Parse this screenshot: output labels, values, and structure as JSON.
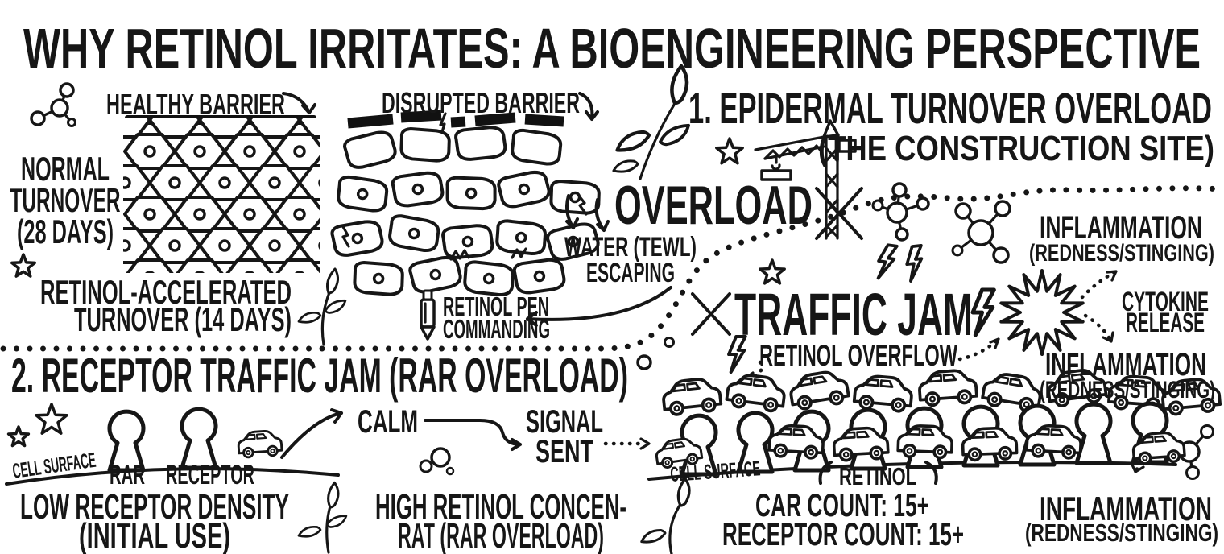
{
  "colors": {
    "ink": "#161616",
    "accent_red": "#d53228",
    "background": "#ffffff"
  },
  "title": "WHY RETINOL IRRITATES: A BIOENGINEERING PERSPECTIVE",
  "healthy": {
    "barrier_label": "HEALTHY BARRIER",
    "turnover_lines": [
      "NORMAL",
      "TURNOVER",
      "(28 DAYS)"
    ],
    "accelerated_lines": [
      "RETINOL-ACCELERATED",
      "TURNOVER (14 DAYS)"
    ]
  },
  "disrupted": {
    "barrier_label": "DISRUPTED BARRIER",
    "water_lines": [
      "WATER (TEWL)",
      "ESCAPING"
    ],
    "pen_lines": [
      "RETINOL PEN",
      "COMMANDING"
    ]
  },
  "section1": {
    "heading_line1": "1. EPIDERMAL TURNOVER OVERLOAD",
    "heading_line2": "(THE CONSTRUCTION SITE)",
    "overload_label": "OVERLOAD"
  },
  "section2": {
    "heading": "2. RECEPTOR TRAFFIC JAM (RAR OVERLOAD)",
    "cell_surface_label": "CELL SURFACE",
    "rar_label": "RAR",
    "receptor_label": "RECEPTOR",
    "calm_label": "CALM",
    "signal_lines": [
      "SIGNAL",
      "SENT"
    ],
    "low_density_lines": [
      "LOW RECEPTOR DENSITY",
      "(INITIAL USE)"
    ],
    "high_conc_lines": [
      "HIGH RETINOL CONCEN-",
      "RAT (RAR OVERLOAD)"
    ]
  },
  "jam": {
    "traffic_jam_label": "TRAFFIC JAM",
    "retinol_overflow_label": "RETINOL OVERFLOW",
    "cell_surface_label": "CELL SURFACE",
    "retinol_label": "RETINOL",
    "car_count": "CAR COUNT: 15+",
    "receptor_count": "RECEPTOR COUNT: 15+"
  },
  "effects": {
    "inflammation1_lines": [
      "INFLAMMATION",
      "(REDNESS/STINGING)"
    ],
    "cytokine_lines": [
      "CYTOKINE",
      "RELEASE"
    ],
    "inflammation2_lines": [
      "INFLAMMATION",
      "(REDNESS/STINGING)"
    ],
    "inflammation3_lines": [
      "INFLAMMATION",
      "(REDNESS/STINGING)"
    ]
  }
}
